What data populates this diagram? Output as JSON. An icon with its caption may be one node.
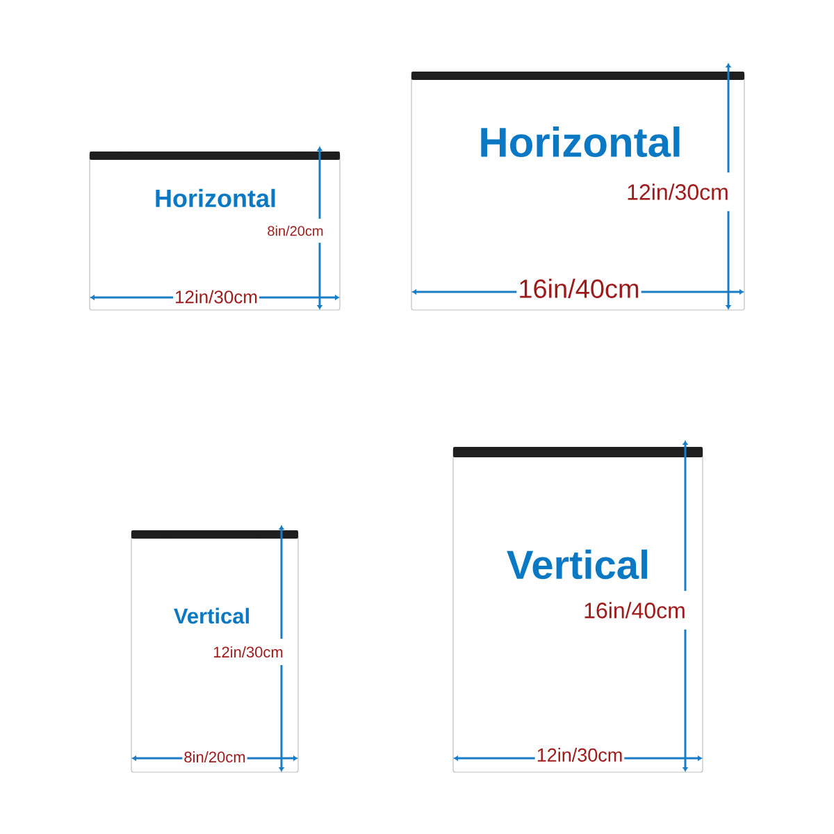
{
  "diagram": {
    "nodes": [
      {
        "text": [
          "Horizontal"
        ]
      },
      {
        "text": [
          "Horizontal"
        ]
      },
      {
        "text": [
          "Vertical"
        ]
      },
      {
        "text": [
          "Vertical"
        ]
      }
    ],
    "labels": [
      "8in/20cm",
      "12in/30cm",
      "12in/30cm",
      "16in/40cm",
      "12in/30cm",
      "8in/20cm",
      "16in/40cm",
      "12in/30cm"
    ]
  }
}
